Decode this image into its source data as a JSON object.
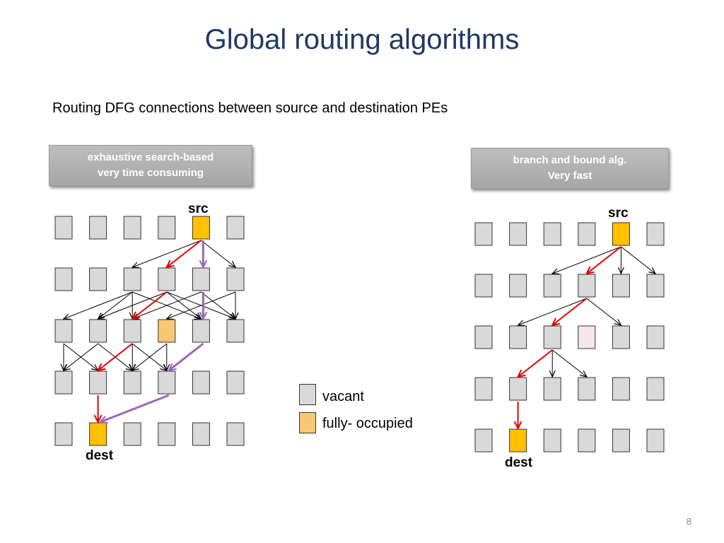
{
  "slide": {
    "title": "Global routing algorithms",
    "subtitle": "Routing DFG connections between source and destination PEs",
    "page_number": "8"
  },
  "left_panel": {
    "callout_line1": "exhaustive search-based",
    "callout_line2": "very time consuming",
    "src_label": "src",
    "dest_label": "dest"
  },
  "right_panel": {
    "callout_line1": "branch and bound alg.",
    "callout_line2": "Very fast",
    "src_label": "src",
    "dest_label": "dest"
  },
  "legend": {
    "vacant_label": "vacant",
    "occupied_label": "fully- occupied"
  },
  "colors": {
    "vacant": "#d9d9d9",
    "occupied": "#fac775",
    "src_dest": "#ffc000",
    "partial": "#f5e6ea",
    "red_path": "#e60000",
    "purple_path": "#9966bb",
    "title": "#1f3864"
  }
}
